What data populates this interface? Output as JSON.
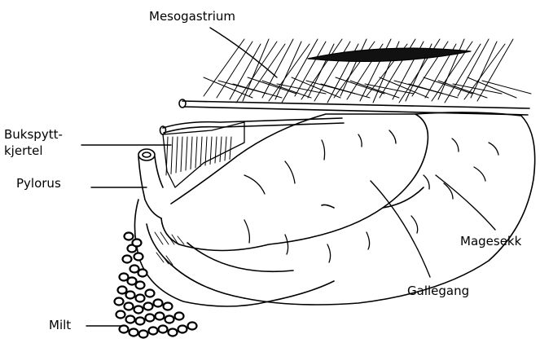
{
  "labels": {
    "mesogastrium": "Mesogastrium",
    "bukspyttkjertel_line1": "Bukspytt-",
    "bukspyttkjertel_line2": "kjertel",
    "pylorus": "Pylorus",
    "milt": "Milt",
    "magesekk": "Magesekk",
    "gallegang": "Gallegang"
  },
  "colors": {
    "ink": "#000000",
    "paper": "#ffffff"
  }
}
